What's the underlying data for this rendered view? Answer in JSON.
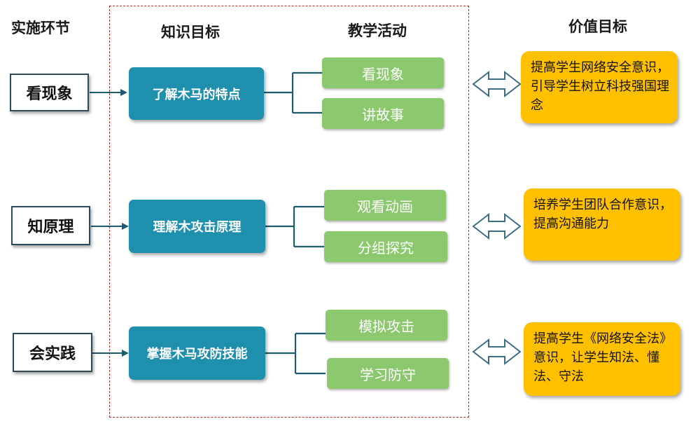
{
  "headers": {
    "stage": "实施环节",
    "knowledge": "知识目标",
    "activity": "教学活动",
    "value": "价值目标"
  },
  "rows": [
    {
      "stage": "看现象",
      "goal": "了解木马的特点",
      "activities": [
        "看现象",
        "讲故事"
      ],
      "value": "提高学生网络安全意识，引导学生树立科技强国理念"
    },
    {
      "stage": "知原理",
      "goal": "理解木攻击原理",
      "activities": [
        "观看动画",
        "分组探究"
      ],
      "value": "培养学生团队合作意识，提高沟通能力"
    },
    {
      "stage": "会实践",
      "goal": "掌握木马攻防技能",
      "activities": [
        "模拟攻击",
        "学习防守"
      ],
      "value": "提高学生《网络安全法》意识，让学生知法、懂法、守法"
    }
  ],
  "colors": {
    "goal_box": "#1f8fae",
    "activity_box": "#8cc96e",
    "value_box": "#ffc000",
    "frame": "#c0282a",
    "connector": "#1f5b6e"
  }
}
